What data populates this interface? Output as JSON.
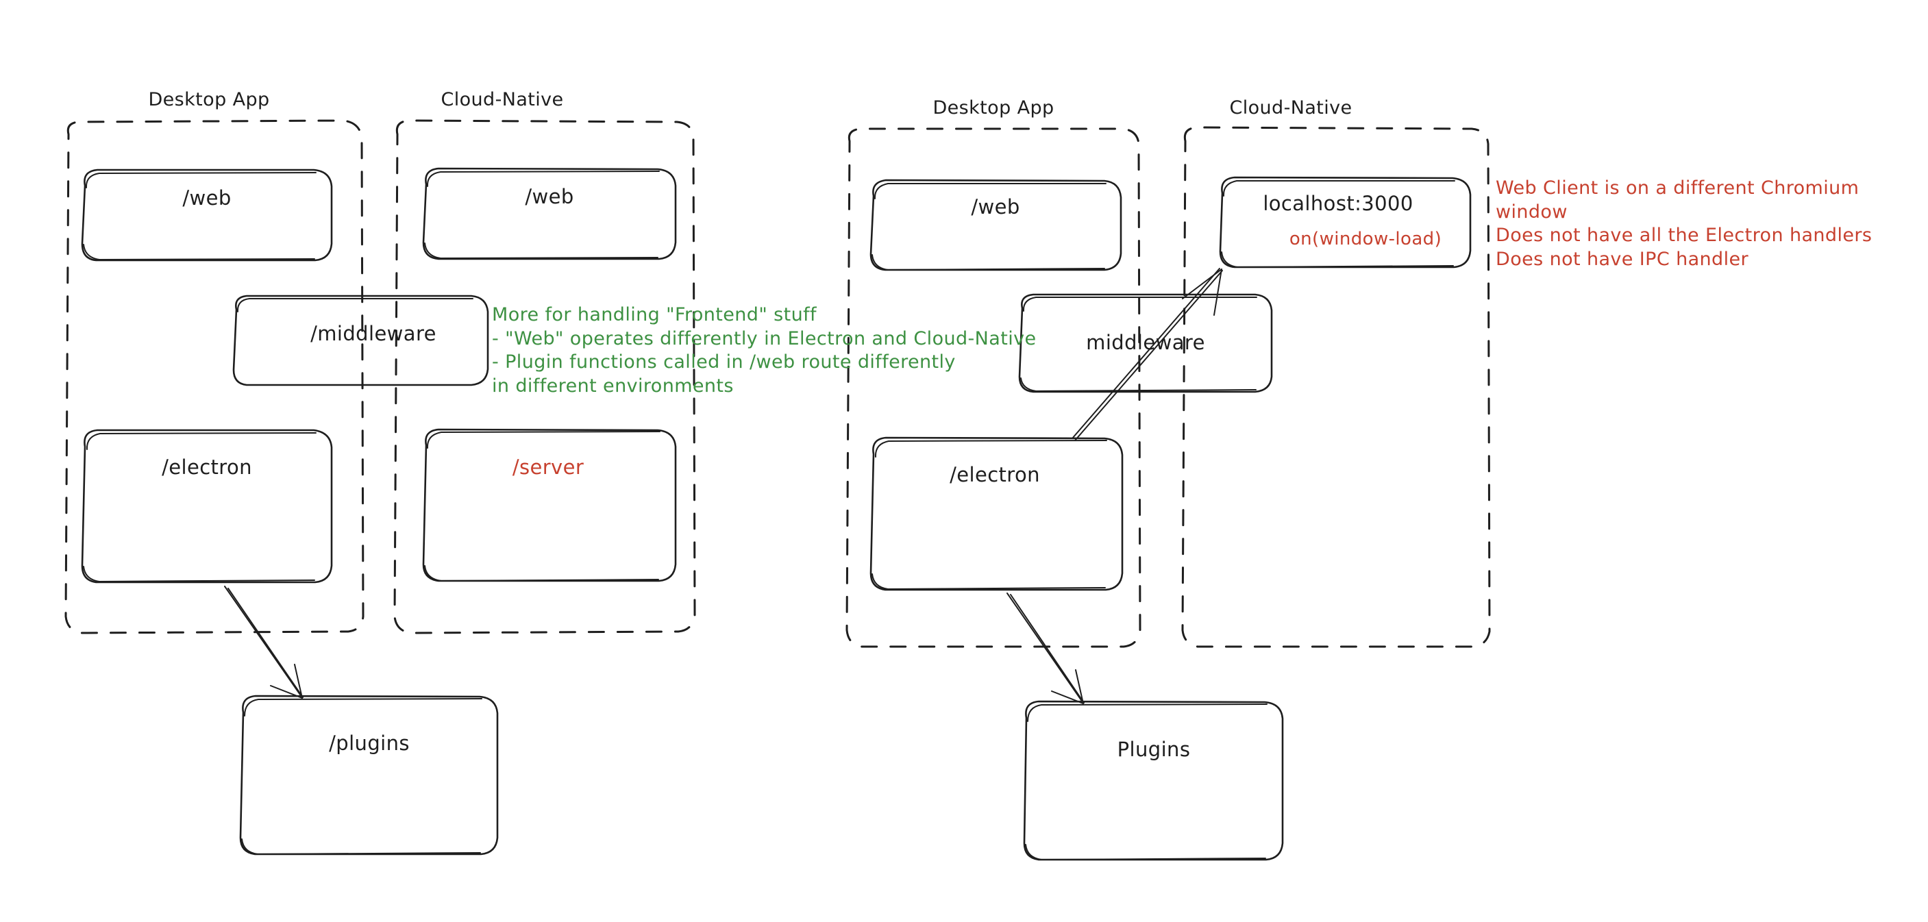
{
  "diagram": {
    "title": "Electron vs Cloud-Native route architecture",
    "colors": {
      "stroke": "#1e1e1e",
      "green": "#3d9142",
      "red": "#c7412f",
      "background": "#ffffff"
    }
  },
  "left_diagram": {
    "groups": [
      {
        "label": "Desktop App"
      },
      {
        "label": "Cloud-Native"
      }
    ],
    "nodes": [
      {
        "label": "/web",
        "color": "black"
      },
      {
        "label": "/web",
        "color": "black"
      },
      {
        "label": "/middleware",
        "color": "black"
      },
      {
        "label": "/electron",
        "color": "black"
      },
      {
        "label": "/server",
        "color": "red"
      },
      {
        "label": "/plugins",
        "color": "black"
      }
    ]
  },
  "right_diagram": {
    "groups": [
      {
        "label": "Desktop App"
      },
      {
        "label": "Cloud-Native"
      }
    ],
    "nodes": [
      {
        "label": "/web",
        "color": "black"
      },
      {
        "label": "localhost:3000",
        "color": "black",
        "sub": "on(window-load)",
        "sub_color": "red"
      },
      {
        "label": "middleware",
        "color": "black"
      },
      {
        "label": "/electron",
        "color": "black"
      },
      {
        "label": "Plugins",
        "color": "black"
      }
    ]
  },
  "annotations": {
    "green_note": "More for handling \"Frontend\" stuff\n- \"Web\" operates differently in Electron and Cloud-Native\n- Plugin functions called in /web route differently\nin different environments",
    "red_note": "Web Client is on a different Chromium window\nDoes not have all the Electron handlers\nDoes not have IPC handler"
  }
}
